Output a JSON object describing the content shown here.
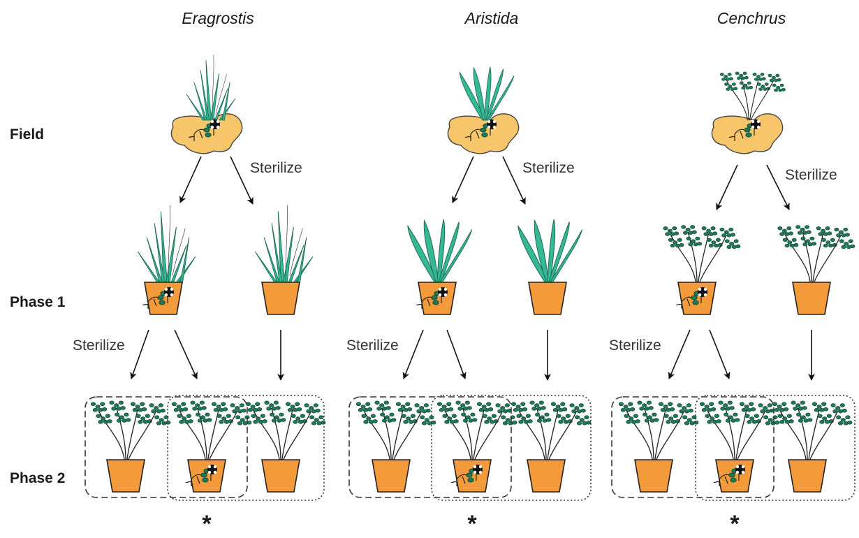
{
  "colors": {
    "soil_fill": "#f7c66b",
    "soil_stroke": "#444444",
    "pot_fill": "#f39a3b",
    "pot_stroke": "#222222",
    "leaf_fill": "#35b894",
    "leaf_dark": "#1e6b55",
    "floret_fill": "#1f7a5a",
    "fungus": "#111111",
    "arrow": "#111111"
  },
  "row_labels": {
    "field": "Field",
    "phase1": "Phase 1",
    "phase2": "Phase 2"
  },
  "sterilize_label": "Sterilize",
  "significance_mark": "*",
  "species": [
    {
      "name": "Eragrostis",
      "plant": "eragrostis-grass-icon"
    },
    {
      "name": "Aristida",
      "plant": "aristida-grass-icon"
    },
    {
      "name": "Cenchrus",
      "plant": "cenchrus-flowering-plant-icon"
    }
  ],
  "phase2_plant": "cenchrus-flowering-plant-icon",
  "phase2_groups": [
    {
      "border": "dashed",
      "pots": [
        "sterile",
        "live-soil"
      ]
    },
    {
      "border": "dotted",
      "pots": [
        "live-soil",
        "sterile"
      ]
    }
  ]
}
